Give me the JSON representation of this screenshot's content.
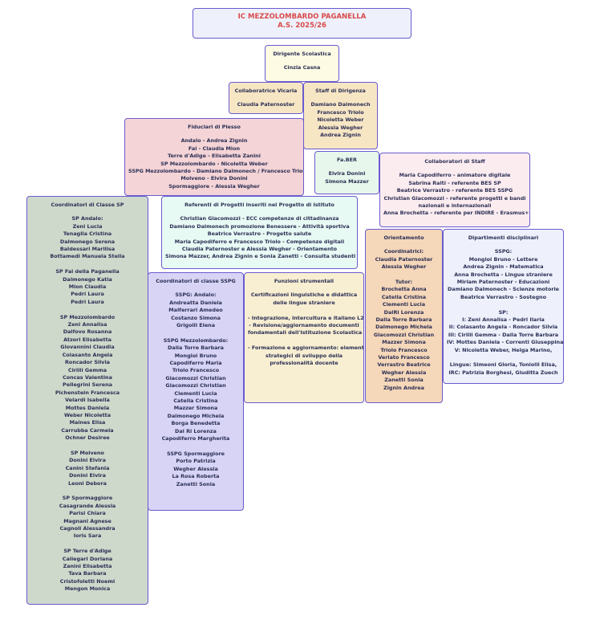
{
  "header": {
    "lines": [
      "IC MEZZOLOMBARDO PAGANELLA",
      "A.S. 2025/26"
    ]
  },
  "dirigente": {
    "title": "Dirigente Scolastica",
    "lines": [
      "Cinzia Casna"
    ]
  },
  "vicaria": {
    "title": "Collaboratrice Vicaria",
    "lines": [
      "Claudia Paternoster"
    ]
  },
  "staff": {
    "title": "Staff di Dirigenza",
    "lines": [
      "Damiano Dalmonech",
      "Francesco Triolo",
      "Nicoletta Weber",
      "Alessia Wegher",
      "Andrea Zignin"
    ]
  },
  "fiduciari": {
    "title": "Fiduciari di Plesso",
    "lines": [
      "Andalo - Andrea Zignin",
      "Fai - Claudia Mion",
      "Terre d'Adige - Elisabetta Zanini",
      "SP Mezzolombardo - Nicoletta Weber",
      "SSPG Mezzolombardo - Damiano Dalmonech / Francesco Triolo",
      "Molveno - Elvira Donini",
      "Spormaggiore - Alessia Wegher"
    ]
  },
  "faber": {
    "title": "Fa.BER",
    "lines": [
      "Elvira Donini",
      "Simona Mazzer"
    ]
  },
  "collaboratori": {
    "title": "Collaboratori di Staff",
    "lines": [
      "Maria Capodiferro - animatore digitale",
      "Sabrina Raiti - referente BES SP",
      "Beatrice Verrastro - referente BES SSPG",
      "Christian Giacomozzi - referente progetti e bandi",
      "nazionali e internazionali",
      "Anna Brochetta - referente per INDIRE - Erasmus+"
    ]
  },
  "referenti": {
    "title": "Referenti di Progetti inseriti nel Progetto di Istituto",
    "lines": [
      "Christian Giacomozzi - ECC competenze di cittadinanza",
      "Damiano Dalmonech promozione Benessere - Attività sportiva",
      "Beatrice Verrastro - Progetto salute",
      "Maria Capodiferro  e Francesco Triolo - Competenze digitali",
      "Claudia Paternoster e Alessia Wegher - Orientamento",
      "Simona Mazzer,  Andrea Zignin e Sonia Zanetti  - Consulta studenti"
    ]
  },
  "coord_sp": {
    "title": "Coordinatori di Classe SP",
    "lines": [
      "SP Andalo:",
      "Zeni Lucia",
      "Tenaglia Cristina",
      "Dalmonego Serena",
      "Baldessari Marilisa",
      "Bottamedi Manuela Stella",
      "",
      "SP Fai della Paganella",
      "Dalmonego Katia",
      "Mion Claudia",
      "Pedri Laura",
      "Pedri Laura",
      "",
      "SP Mezzolombardo",
      "Zeni Annalisa",
      "Dalfovo Rosanna",
      "Atzori Elisabetta",
      "Giovannini Claudia",
      "Colasanto Angela",
      "Roncador Silvia",
      "Cirilli Gemma",
      "Concas Valentina",
      "Pellegrini Serena",
      "Pichenstein Francesca",
      "Velardi Isabella",
      "Mottes Daniela",
      "Weber Nicoletta",
      "Maines Elisa",
      "Carrubba Carmela",
      "Ochner Desiree",
      "",
      "SP Molveno",
      "Donini Elvira",
      "Canini Stefania",
      "Donini Elvira",
      "Leoni Debora",
      "",
      "SP Spormaggiore",
      "Casagrande Alessia",
      "Parisi Chiara",
      "Magnani Agnese",
      "Cagnoli Alessandra",
      "Ioris Sara",
      "",
      "SP Terre d'Adige",
      "Callegari Doriana",
      "Zanini Elisabetta",
      "Tava Barbara",
      "Cristofoletti Noemi",
      "Mengon Monica"
    ]
  },
  "coord_sspg": {
    "title": "Coordinatori di classe SSPG",
    "lines": [
      "SSPG: Andalo:",
      "Andreatta Daniela",
      "Malferrari Amedeo",
      "Costanzo Simona",
      "Grigolli Elena",
      "",
      "SSPG Mezzolombardo:",
      "Dalla Torre Barbara",
      "Mongioi Bruno",
      "Capodiferro Maria",
      "Triolo Francesco",
      "Giacomozzi Christian",
      "Giacomozzi Christian",
      "Clementi Lucia",
      "Catella Cristina",
      "Mazzer Simona",
      "Dalmonego Michela",
      "Borga Benedetta",
      "Dal Ri Lorenza",
      "Capodiferro Margherita",
      "",
      "SSPG Spormaggiore",
      "Porto Patrizia",
      "Wegher Alessia",
      "La Rosa Roberta",
      "Zanetti Sonia"
    ]
  },
  "funzioni": {
    "title": "Funzioni strumentali",
    "lines": [
      "Certificazioni linguistiche e didattica",
      "delle lingue straniere",
      "",
      "- Integrazione, intercultura e italiano L2",
      "- Revisione/aggiornamento  documenti",
      "fondamentali dell'Istituzione Scolastica",
      "",
      "- Formazione e aggiornamento: elementi",
      "strategici di sviluppo della",
      "professionalità docente"
    ]
  },
  "orientamento": {
    "title": "Orientamento",
    "lines": [
      "Coordinatrici:",
      "Claudia Paternoster",
      "Alessia Wegher",
      "",
      "Tutor:",
      "Brochetta Anna",
      "Catella Cristina",
      "Clementi Lucia",
      "DalRi Lorenza",
      "Dalla Torre Barbara",
      "Dalmonego Michela",
      "Giacomozzi Christian",
      "Mazzer Simona",
      "Triolo Francesco",
      "Verlato Francesco",
      "Verrastro Beatrice",
      "Wegher Alessia",
      "Zanetti Sonia",
      "Zignin Andrea"
    ]
  },
  "dipartimenti": {
    "title": "Dipartimenti disciplinari",
    "lines": [
      "SSPG:",
      "Mongioi Bruno -  Lettere",
      "Andrea Zignin - Matematica",
      "Anna Brochetta - Lingue straniere",
      "Miriam Paternoster - Educazioni",
      "Damiano Dalmonech - Scienze motorie",
      "Beatrice Verrastro - Sostegno",
      "",
      "SP:",
      "I: Zeni Annalisa - Pedri Ilaria",
      "II: Colasanto Angela - Roncador Silvia",
      "III: Cirilli Gemma - Dalla Torre Barbara",
      "IV: Mottes Daniela - Correnti Giuseppina",
      "V: Nicoletta Weber, Helga Marino,",
      "",
      "Lingue: Simeoni Gloria, Toniolli Elisa,",
      "IRC: Patrizia Borghesi, Giuditta Zuech"
    ]
  },
  "colors": {
    "header": "#eef1fb",
    "dirigente": "#fdfbe4",
    "vicaria": "#f7e6c4",
    "staff": "#f7e6c4",
    "fiduciari": "#f4d4d6",
    "faber": "#e8f7ec",
    "collaboratori": "#fbecef",
    "referenti": "#e8faf4",
    "coord_sp": "#cfd9cb",
    "coord_sspg": "#d8d4f5",
    "funzioni": "#f8efd2",
    "orientamento": "#f5d7b9",
    "dipartimenti": "#eef1fb",
    "border": "#6a5bd0",
    "title_text": "#d84a4a",
    "body_text": "#2b2f55"
  }
}
